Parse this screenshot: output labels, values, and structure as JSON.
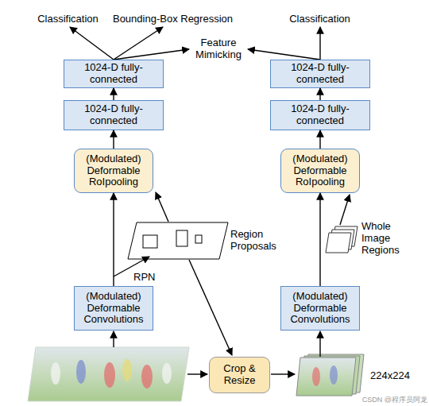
{
  "diagram": {
    "nodes": [
      {
        "text": [
          "1024-D fully-connected"
        ]
      },
      {
        "text": [
          "1024-D fully-connected"
        ]
      },
      {
        "text": [
          "1024-D fully-connected"
        ]
      },
      {
        "text": [
          "1024-D fully-connected"
        ]
      },
      {
        "text": [
          "(Modulated) Deformable RoIpooling"
        ]
      },
      {
        "text": [
          "(Modulated) Deformable RoIpooling"
        ]
      },
      {
        "text": [
          "(Modulated) Deformable Convolutions"
        ]
      },
      {
        "text": [
          "(Modulated) Deformable Convolutions"
        ]
      },
      {
        "text": [
          "Crop & Resize"
        ]
      }
    ],
    "edges": [
      {
        "from": 2,
        "to": 0,
        "arrow": "to"
      },
      {
        "from": 3,
        "to": 1,
        "arrow": "to"
      },
      {
        "from": 4,
        "to": 2,
        "arrow": "to"
      },
      {
        "from": 5,
        "to": 3,
        "arrow": "to"
      },
      {
        "from": 6,
        "to": 4,
        "arrow": "to"
      },
      {
        "from": 7,
        "to": 5,
        "arrow": "to"
      }
    ],
    "labels": [
      "Classification",
      "Bounding-Box Regression",
      "Feature Mimicking",
      "Classification",
      "Region Proposals",
      "RPN",
      "Whole Image Regions",
      "224x224",
      "CSDN @程序员阿龙"
    ]
  }
}
